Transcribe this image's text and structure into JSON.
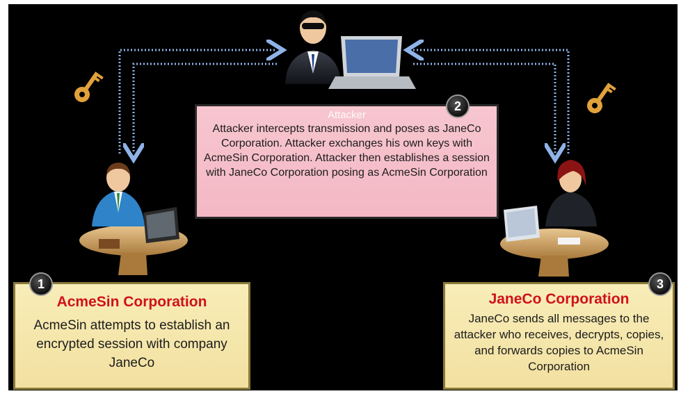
{
  "attacker": {
    "badge": "2",
    "title": "Attacker",
    "text": "Attacker intercepts transmission and poses as JaneCo Corporation. Attacker exchanges his own keys with AcmeSin Corporation. Attacker then establishes a session with JaneCo Corporation posing as AcmeSin Corporation"
  },
  "acmesin": {
    "badge": "1",
    "title": "AcmeSin Corporation",
    "text": "AcmeSin attempts to establish an encrypted session with company JaneCo"
  },
  "janeco": {
    "badge": "3",
    "title": "JaneCo Corporation",
    "text": "JaneCo sends all messages to the attacker who receives, decrypts, copies, and forwards copies to AcmeSin Corporation"
  },
  "colors": {
    "background": "#000000",
    "title_red": "#d0111b",
    "attacker_box": "#f5bfca",
    "participant_box": "#f5e6ab",
    "arrow": "#8fb3e8",
    "key": "#e2a23a"
  },
  "icons": [
    "attacker-figure-icon",
    "laptop-icon",
    "key-icon",
    "businessman-at-desk-icon",
    "businesswoman-at-desk-icon"
  ]
}
